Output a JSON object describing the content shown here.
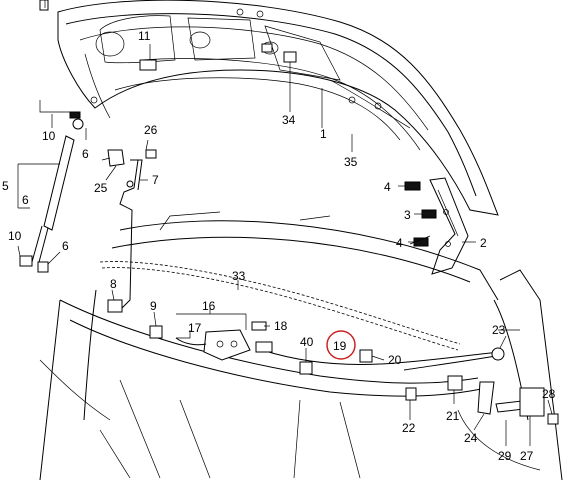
{
  "diagram": {
    "callouts": {
      "c1": "1",
      "c2": "2",
      "c3": "3",
      "c4a": "4",
      "c4b": "4",
      "c5": "5",
      "c6a": "6",
      "c6b": "6",
      "c6c": "6",
      "c7": "7",
      "c8": "8",
      "c9": "9",
      "c10a": "10",
      "c10b": "10",
      "c11": "11",
      "c16": "16",
      "c17": "17",
      "c18": "18",
      "c19": "19",
      "c20": "20",
      "c21": "21",
      "c22": "22",
      "c23": "23",
      "c24": "24",
      "c25": "25",
      "c26": "26",
      "c27": "27",
      "c28": "28",
      "c29": "29",
      "c33": "33",
      "c34": "34",
      "c35": "35",
      "c40": "40"
    },
    "highlight": {
      "target": "19",
      "color": "#cc2222"
    }
  }
}
